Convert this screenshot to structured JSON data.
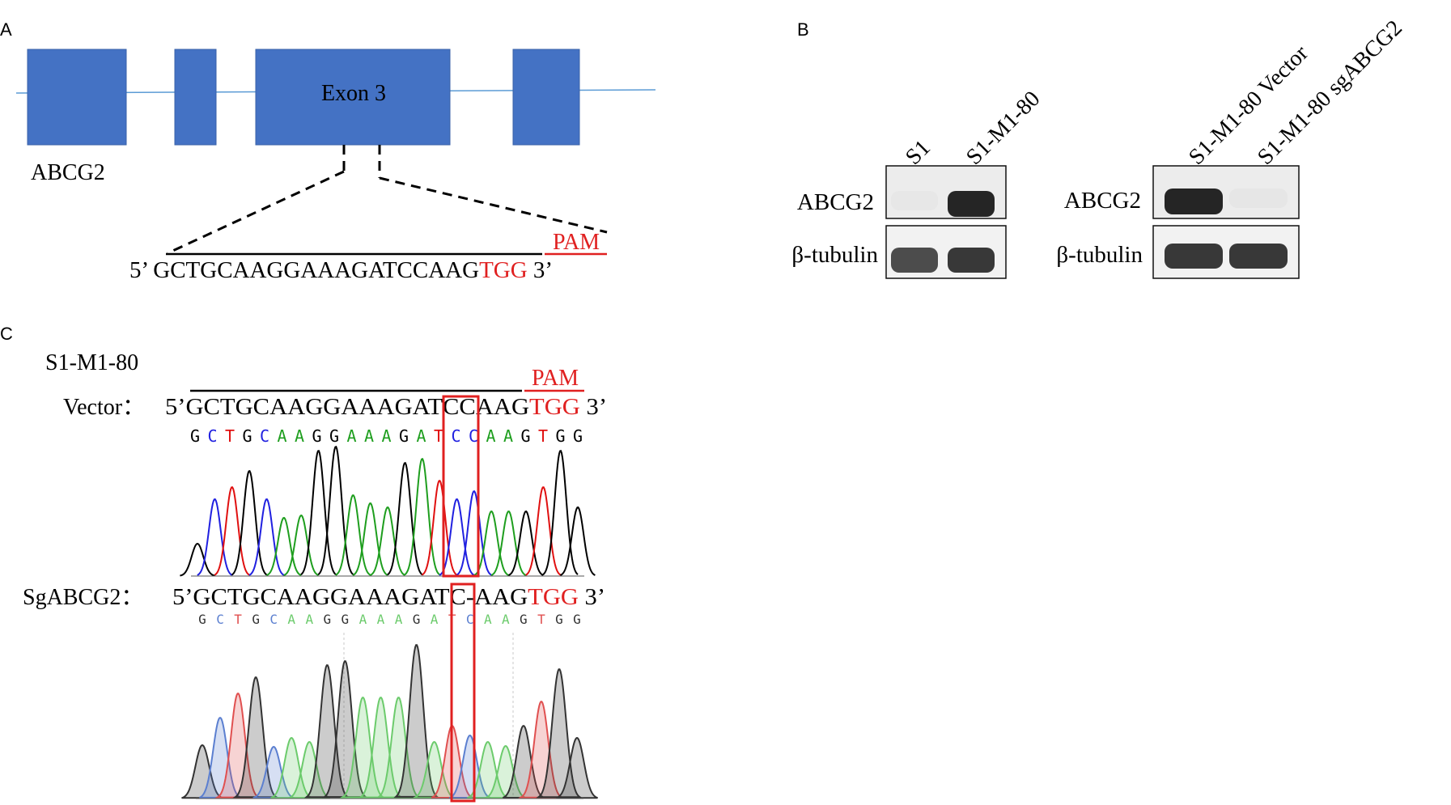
{
  "panel_labels": {
    "a": "A",
    "b": "B",
    "c": "C"
  },
  "panel_a": {
    "gene_label": "ABCG2",
    "exon_label": "Exon 3",
    "sequence": {
      "prime5": "5’",
      "main": "GCTGCAAGGAAAGATCCAAG",
      "pam_seq": "TGG",
      "prime3": "3’"
    },
    "pam_label": "PAM"
  },
  "panel_b": {
    "blot1": {
      "lanes": [
        "S1",
        "S1-M1-80"
      ],
      "bands": [
        {
          "label": "ABCG2",
          "levels": [
            0.05,
            0.95
          ]
        },
        {
          "label": "β-tubulin",
          "levels": [
            0.85,
            0.9
          ]
        }
      ]
    },
    "blot2": {
      "lanes": [
        "S1-M1-80 Vector",
        "S1-M1-80 sgABCG2"
      ],
      "bands": [
        {
          "label": "ABCG2",
          "levels": [
            0.95,
            0.06
          ]
        },
        {
          "label": "β-tubulin",
          "levels": [
            0.9,
            0.9
          ]
        }
      ]
    }
  },
  "panel_c": {
    "cell_line": "S1-M1-80",
    "pam_label": "PAM",
    "vector": {
      "label": "Vector：",
      "prime5": "5’",
      "main": "GCTGCAAGGAAAGATCCAAG",
      "pam_seq": "TGG",
      "prime3": "3’",
      "base_calls": [
        "G",
        "C",
        "T",
        "G",
        "C",
        "A",
        "A",
        "G",
        "G",
        "A",
        "A",
        "A",
        "G",
        "A",
        "T",
        "C",
        "C",
        "A",
        "A",
        "G",
        "T",
        "G",
        "G"
      ]
    },
    "sg": {
      "label": "SgABCG2：",
      "prime5": "5’",
      "main": "GCTGCAAGGAAAGATC-AAG",
      "pam_seq": "TGG",
      "prime3": "3’",
      "base_calls": [
        "G",
        "C",
        "T",
        "G",
        "C",
        "A",
        "A",
        "G",
        "G",
        "A",
        "A",
        "A",
        "G",
        "A",
        "T",
        "C",
        "A",
        "A",
        "G",
        "T",
        "G",
        "G"
      ]
    }
  },
  "colors": {
    "exon": "#4472C4",
    "exon_edge": "#3A62A8",
    "intron": "#5B9BD5",
    "highlight": "#E02020",
    "base_A": "#1E9E1E",
    "base_C": "#2020E0",
    "base_G": "#000000",
    "base_T": "#E01010",
    "light_A": "#6CCB6C",
    "light_C": "#5B7FD0",
    "light_G": "#333333",
    "light_T": "#E05050"
  }
}
